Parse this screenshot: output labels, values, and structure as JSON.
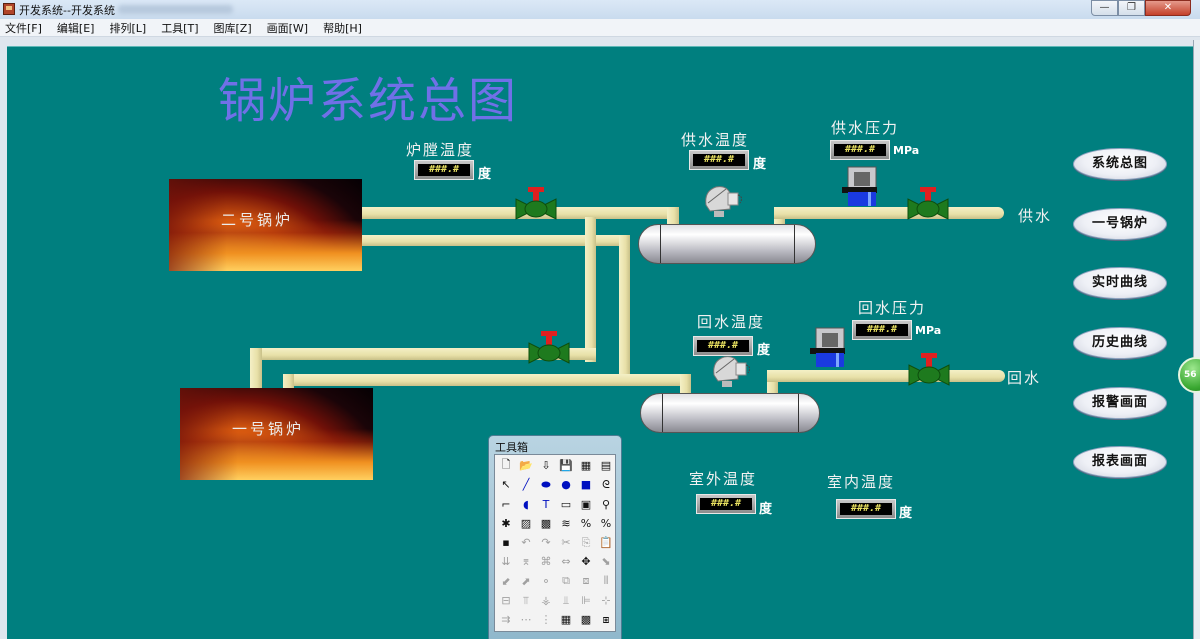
{
  "window": {
    "title": "开发系统--开发系统",
    "controls": {
      "minimize": "—",
      "maximize": "❐",
      "close": "✕"
    }
  },
  "menubar": {
    "items": [
      "文件[F]",
      "编辑[E]",
      "排列[L]",
      "工具[T]",
      "图库[Z]",
      "画面[W]",
      "帮助[H]"
    ]
  },
  "canvas": {
    "background": "#008080",
    "title": "锅炉系统总图",
    "boilers": [
      {
        "name": "二号锅炉"
      },
      {
        "name": "一号锅炉"
      }
    ],
    "gauges": {
      "furnace_temp": {
        "label": "炉膛温度",
        "value": "###.#",
        "unit": "度"
      },
      "supply_temp": {
        "label": "供水温度",
        "value": "###.#",
        "unit": "度"
      },
      "supply_pressure": {
        "label": "供水压力",
        "value": "###.#",
        "unit": "MPa"
      },
      "return_temp": {
        "label": "回水温度",
        "value": "###.#",
        "unit": "度"
      },
      "return_pressure": {
        "label": "回水压力",
        "value": "###.#",
        "unit": "MPa"
      },
      "outdoor_temp": {
        "label": "室外温度",
        "value": "###.#",
        "unit": "度"
      },
      "indoor_temp": {
        "label": "室内温度",
        "value": "###.#",
        "unit": "度"
      }
    },
    "flow_labels": {
      "supply": "供水",
      "return": "回水"
    },
    "nav_buttons": [
      "系统总图",
      "一号锅炉",
      "实时曲线",
      "历史曲线",
      "报警画面",
      "报表画面"
    ],
    "colors": {
      "pipe": "#ece6b4",
      "valve_body": "#1e7a1e",
      "valve_handle": "#e02020",
      "title": "#7070e8",
      "display_text": "#e8e060"
    }
  },
  "float_badge": {
    "text": "56"
  },
  "toolbox": {
    "title": "工具箱",
    "tools": [
      {
        "icon": "new-file",
        "g": "🗋",
        "s": ""
      },
      {
        "icon": "open-folder",
        "g": "📂",
        "s": ""
      },
      {
        "icon": "import",
        "g": "⇩",
        "s": ""
      },
      {
        "icon": "save",
        "g": "💾",
        "s": "dis"
      },
      {
        "icon": "screen-props",
        "g": "▦",
        "s": ""
      },
      {
        "icon": "report",
        "g": "▤",
        "s": ""
      },
      {
        "icon": "pointer",
        "g": "↖",
        "s": ""
      },
      {
        "icon": "line",
        "g": "╱",
        "s": "blue"
      },
      {
        "icon": "ellipse-flat",
        "g": "⬬",
        "s": "blue"
      },
      {
        "icon": "circle",
        "g": "●",
        "s": "blue"
      },
      {
        "icon": "rectangle",
        "g": "■",
        "s": "blue"
      },
      {
        "icon": "polyline",
        "g": "ᘓ",
        "s": ""
      },
      {
        "icon": "pipe",
        "g": "⌐",
        "s": ""
      },
      {
        "icon": "arc",
        "g": "◖",
        "s": "blue"
      },
      {
        "icon": "text",
        "g": "T",
        "s": "blue"
      },
      {
        "icon": "rounded-rect",
        "g": "▭",
        "s": ""
      },
      {
        "icon": "button",
        "g": "▣",
        "s": ""
      },
      {
        "icon": "symbol",
        "g": "⚲",
        "s": ""
      },
      {
        "icon": "new-object",
        "g": "✱",
        "s": ""
      },
      {
        "icon": "image",
        "g": "▨",
        "s": ""
      },
      {
        "icon": "picture",
        "g": "▩",
        "s": ""
      },
      {
        "icon": "trend",
        "g": "≋",
        "s": ""
      },
      {
        "icon": "percent-box",
        "g": "%",
        "s": ""
      },
      {
        "icon": "percent",
        "g": "%",
        "s": ""
      },
      {
        "icon": "control",
        "g": "▪",
        "s": ""
      },
      {
        "icon": "undo",
        "g": "↶",
        "s": "dis"
      },
      {
        "icon": "redo",
        "g": "↷",
        "s": "dis"
      },
      {
        "icon": "cut",
        "g": "✂",
        "s": "dis"
      },
      {
        "icon": "copy",
        "g": "⎘",
        "s": "dis"
      },
      {
        "icon": "paste",
        "g": "📋",
        "s": "dis"
      },
      {
        "icon": "align-a",
        "g": "⇊",
        "s": "dis"
      },
      {
        "icon": "align-b",
        "g": "⌆",
        "s": "dis"
      },
      {
        "icon": "align-c",
        "g": "⌘",
        "s": "dis"
      },
      {
        "icon": "align-d",
        "g": "⇔",
        "s": "dis"
      },
      {
        "icon": "group",
        "g": "✥",
        "s": ""
      },
      {
        "icon": "ungroup",
        "g": "⬊",
        "s": "dis"
      },
      {
        "icon": "front",
        "g": "⬋",
        "s": "dis"
      },
      {
        "icon": "back",
        "g": "⬈",
        "s": "dis"
      },
      {
        "icon": "align-e",
        "g": "⚬",
        "s": "dis"
      },
      {
        "icon": "align-f",
        "g": "⧉",
        "s": "dis"
      },
      {
        "icon": "align-g",
        "g": "⧈",
        "s": "dis"
      },
      {
        "icon": "align-h",
        "g": "⫴",
        "s": "dis"
      },
      {
        "icon": "align-i",
        "g": "⊟",
        "s": "dis"
      },
      {
        "icon": "align-j",
        "g": "⫪",
        "s": "dis"
      },
      {
        "icon": "align-k",
        "g": "⚶",
        "s": "dis"
      },
      {
        "icon": "align-l",
        "g": "⫫",
        "s": "dis"
      },
      {
        "icon": "align-m",
        "g": "⊫",
        "s": "dis"
      },
      {
        "icon": "align-n",
        "g": "⊹",
        "s": "dis"
      },
      {
        "icon": "space-h",
        "g": "⇉",
        "s": "dis"
      },
      {
        "icon": "dots-h",
        "g": "⋯",
        "s": "dis"
      },
      {
        "icon": "dots-v",
        "g": "⋮",
        "s": "dis"
      },
      {
        "icon": "grid",
        "g": "▦",
        "s": ""
      },
      {
        "icon": "palette",
        "g": "▩",
        "s": ""
      },
      {
        "icon": "layers",
        "g": "⧆",
        "s": ""
      }
    ]
  }
}
